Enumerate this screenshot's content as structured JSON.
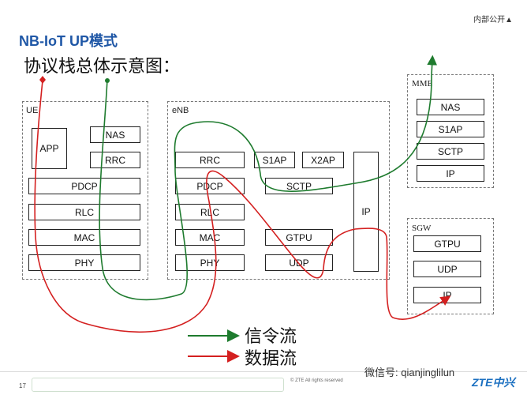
{
  "header": {
    "classification": "内部公开▲"
  },
  "title": "NB-IoT UP模式",
  "subtitle": "协议栈总体示意图：",
  "ue": {
    "label": "UE",
    "app": "APP",
    "nas": "NAS",
    "rrc": "RRC",
    "pdcp": "PDCP",
    "rlc": "RLC",
    "mac": "MAC",
    "phy": "PHY"
  },
  "enb": {
    "label": "eNB",
    "rrc": "RRC",
    "s1ap": "S1AP",
    "x2ap": "X2AP",
    "ip": "IP",
    "pdcp": "PDCP",
    "sctp": "SCTP",
    "rlc": "RLC",
    "mac": "MAC",
    "gtpu": "GTPU",
    "phy": "PHY",
    "udp": "UDP"
  },
  "mme": {
    "label": "MME",
    "nas": "NAS",
    "s1ap": "S1AP",
    "sctp": "SCTP",
    "ip": "IP"
  },
  "sgw": {
    "label": "SGW",
    "gtpu": "GTPU",
    "udp": "UDP",
    "ip": "IP"
  },
  "legend": {
    "signaling": "信令流",
    "data": "数据流",
    "signaling_color": "#1e7b2e",
    "data_color": "#d42020"
  },
  "footer": {
    "page": "17",
    "copyright": "© ZTE All rights reserved",
    "wechat": "微信号: qianjinglilun",
    "brand": "ZTE中兴"
  }
}
